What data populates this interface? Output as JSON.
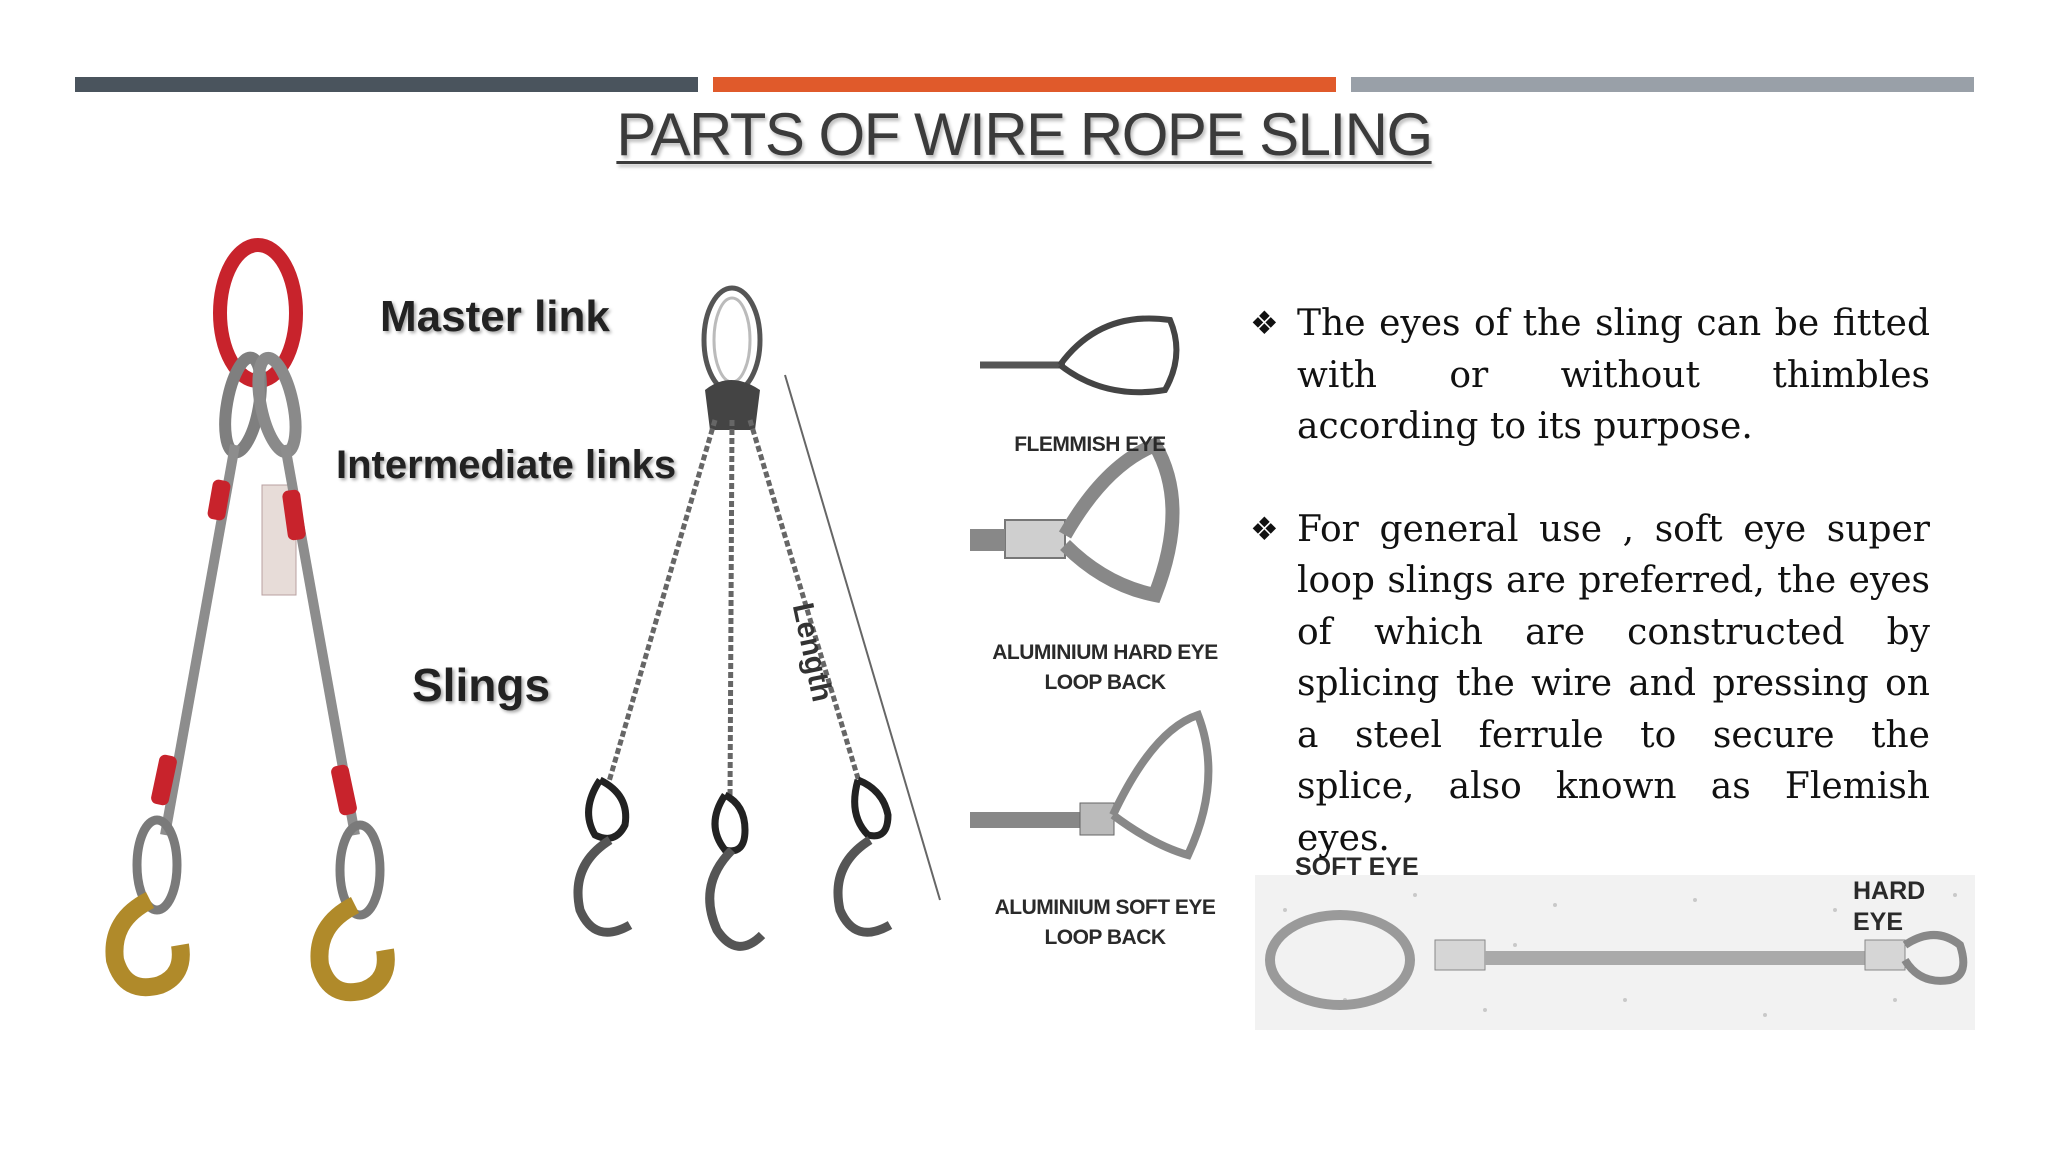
{
  "header": {
    "title": "PARTS OF WIRE ROPE SLING",
    "bar_colors": [
      "#4a545d",
      "#e05a2b",
      "#99a0a8"
    ]
  },
  "left_figure": {
    "labels": {
      "master_link": "Master link",
      "intermediate_links": "Intermediate links",
      "slings": "Slings"
    }
  },
  "center_figure": {
    "length_label": "Length"
  },
  "eye_types": [
    {
      "caption_line1": "FLEMMISH EYE",
      "caption_line2": ""
    },
    {
      "caption_line1": "ALUMINIUM HARD EYE",
      "caption_line2": "LOOP BACK"
    },
    {
      "caption_line1": "ALUMINIUM SOFT EYE",
      "caption_line2": "LOOP BACK"
    }
  ],
  "bottom_figure": {
    "soft_eye": "SOFT EYE",
    "hard_eye_line1": "HARD",
    "hard_eye_line2": "EYE"
  },
  "bullets": [
    {
      "marker": "❖",
      "text": "The eyes of the sling can be fitted with or without thimbles according to its purpose."
    },
    {
      "marker": "❖",
      "text": "For general use , soft eye super loop slings are preferred, the eyes of which are constructed by splicing the wire and pressing on a steel ferrule to secure the splice, also known as Flemish eyes."
    }
  ]
}
